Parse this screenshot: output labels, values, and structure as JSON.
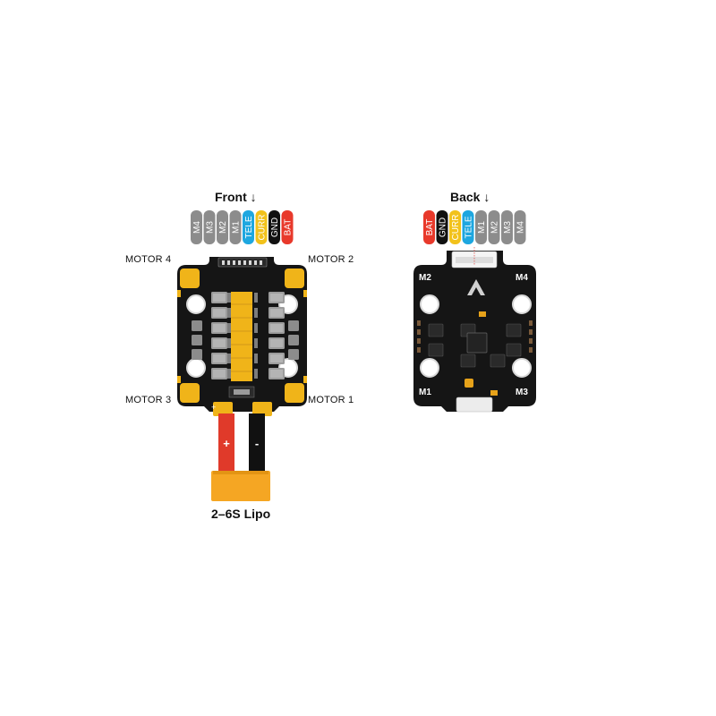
{
  "front": {
    "heading": "Front",
    "arrow": "↓",
    "pins": [
      {
        "label": "M4",
        "color": "#8c8c8c"
      },
      {
        "label": "M3",
        "color": "#8c8c8c"
      },
      {
        "label": "M2",
        "color": "#8c8c8c"
      },
      {
        "label": "M1",
        "color": "#8c8c8c"
      },
      {
        "label": "TELE",
        "color": "#1ea7e0"
      },
      {
        "label": "CURR",
        "color": "#f2c21b"
      },
      {
        "label": "GND",
        "color": "#111111"
      },
      {
        "label": "BAT",
        "color": "#e8392b"
      }
    ],
    "motor_labels": {
      "top_left": "MOTOR 4",
      "top_right": "MOTOR 2",
      "bottom_left": "MOTOR 3",
      "bottom_right": "MOTOR 1"
    },
    "battery": {
      "positive": "+",
      "negative": "-",
      "label": "2–6S Lipo",
      "positive_color": "#e03a2a",
      "negative_color": "#111111",
      "connector_color": "#f5a623"
    }
  },
  "back": {
    "heading": "Back",
    "arrow": "↓",
    "pins": [
      {
        "label": "BAT",
        "color": "#e8392b"
      },
      {
        "label": "GND",
        "color": "#111111"
      },
      {
        "label": "CURR",
        "color": "#f2c21b"
      },
      {
        "label": "TELE",
        "color": "#1ea7e0"
      },
      {
        "label": "M1",
        "color": "#8c8c8c"
      },
      {
        "label": "M2",
        "color": "#8c8c8c"
      },
      {
        "label": "M3",
        "color": "#8c8c8c"
      },
      {
        "label": "M4",
        "color": "#8c8c8c"
      }
    ],
    "pad_labels": {
      "top_left": "M2",
      "top_right": "M4",
      "bottom_left": "M1",
      "bottom_right": "M3"
    }
  },
  "colors": {
    "board": "#141414",
    "gold": "#f0b419",
    "copper_pad": "#9c9c9c",
    "mosfet": "#3a3a3a"
  }
}
